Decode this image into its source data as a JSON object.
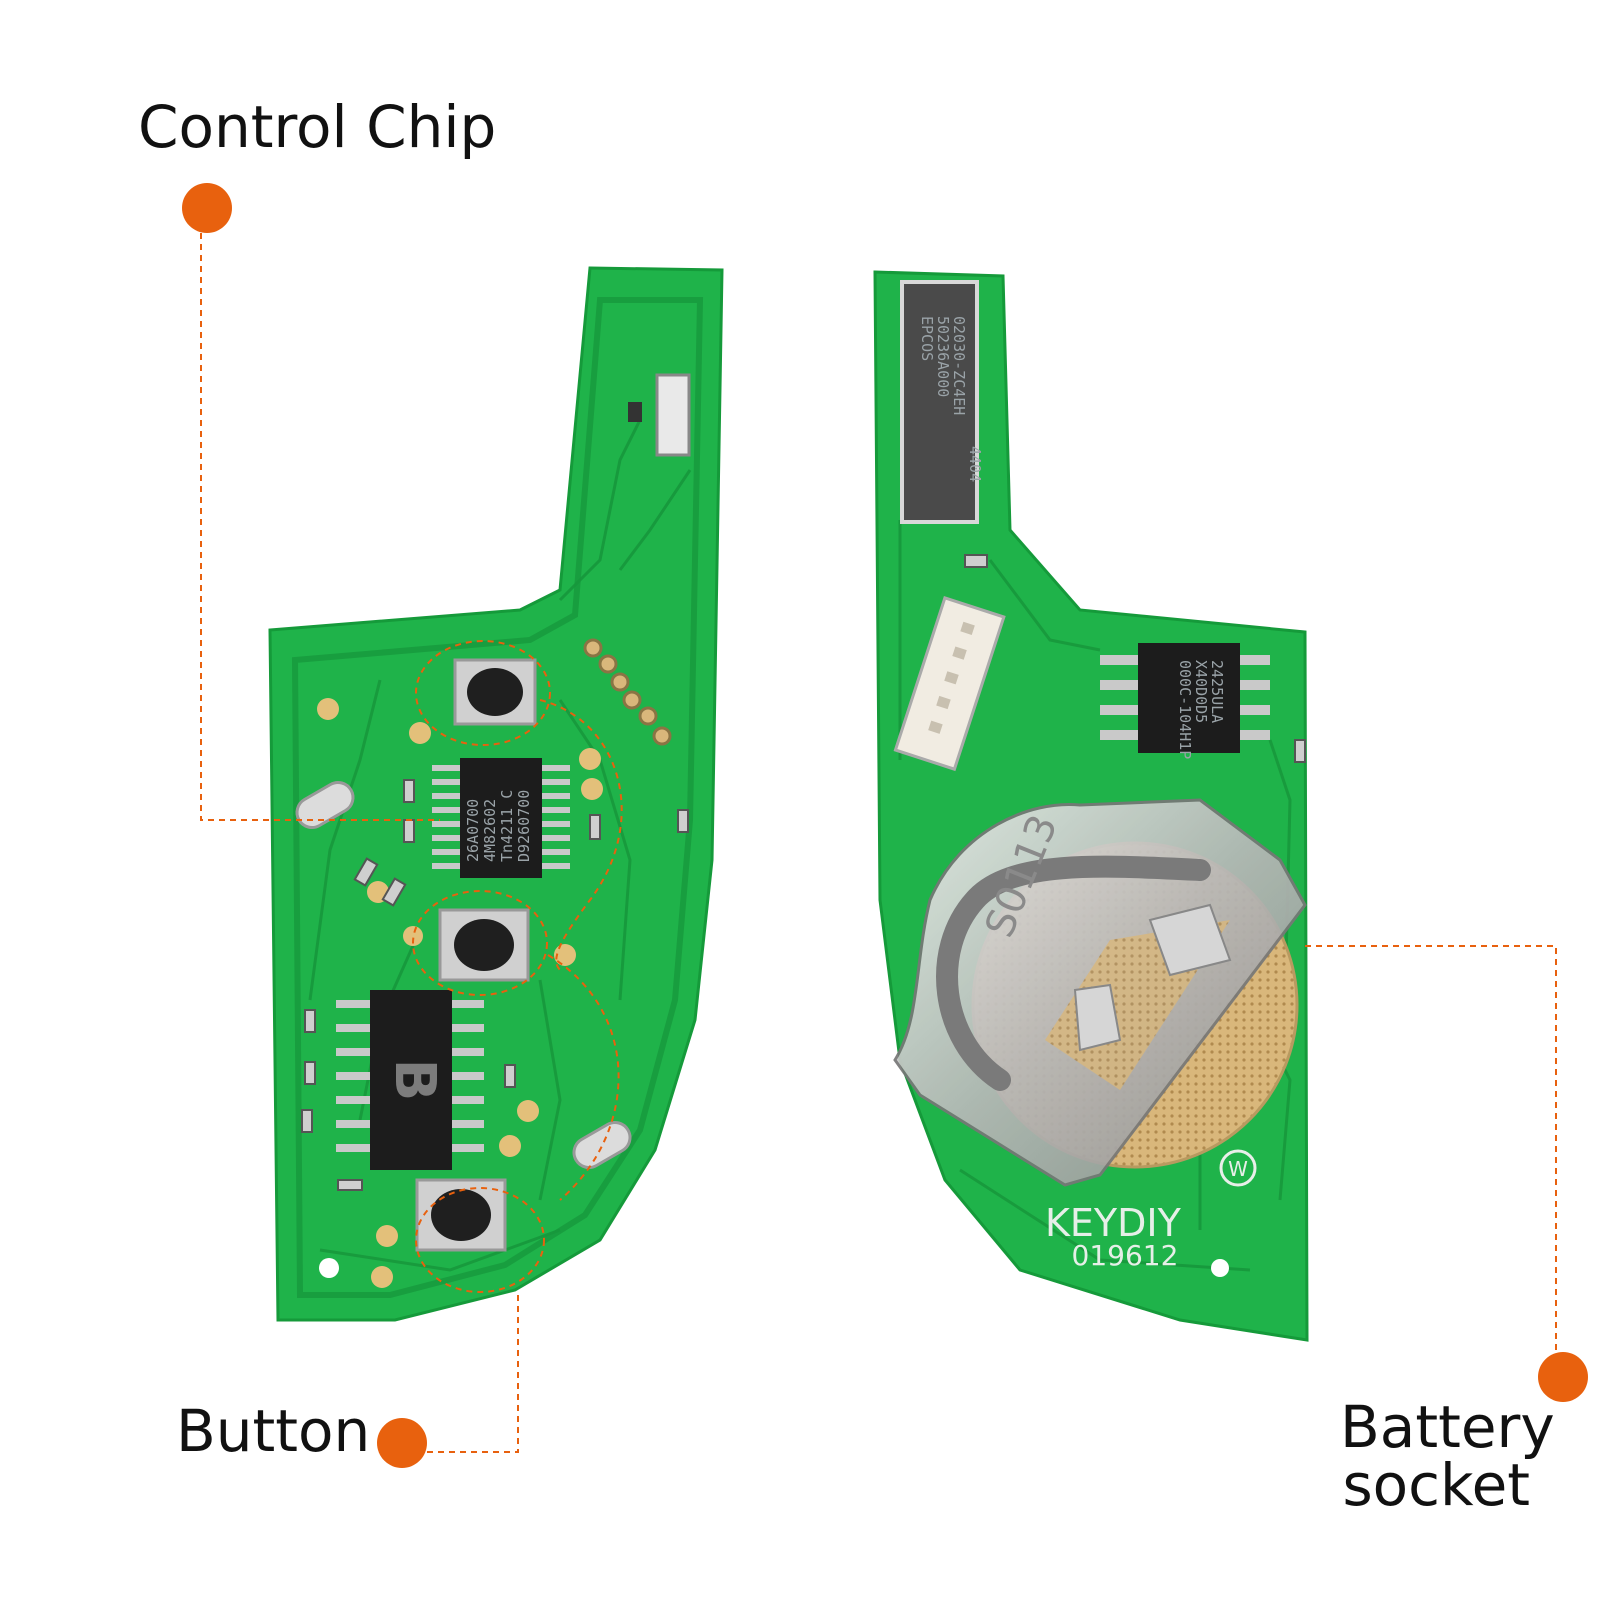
{
  "callouts": {
    "control_chip": "Control Chip",
    "button": "Button",
    "battery_line1": "Battery",
    "battery_line2": "socket"
  },
  "board_markings": {
    "logo": "KEYDIY",
    "serial": "019612",
    "chip_big_letter": "B",
    "socket_code": "S0113",
    "control_chip_lines": [
      "26A0700",
      "4M82602",
      "Tn4211 C",
      "D9260700"
    ],
    "small_chip_lines": [
      "000C-104H1P",
      "X40D0D5",
      "2425ULA"
    ],
    "epcos_lines": [
      "EPCOS",
      "50236A000",
      "02030-ZC4EH",
      "4404"
    ],
    "w_mark": "W"
  },
  "colors": {
    "pcb_green": "#1fb34a",
    "pcb_trace": "#17983c",
    "callout_orange": "#e8610e",
    "metal": "#c9c9c9",
    "gold_pad": "#e3c07a"
  }
}
